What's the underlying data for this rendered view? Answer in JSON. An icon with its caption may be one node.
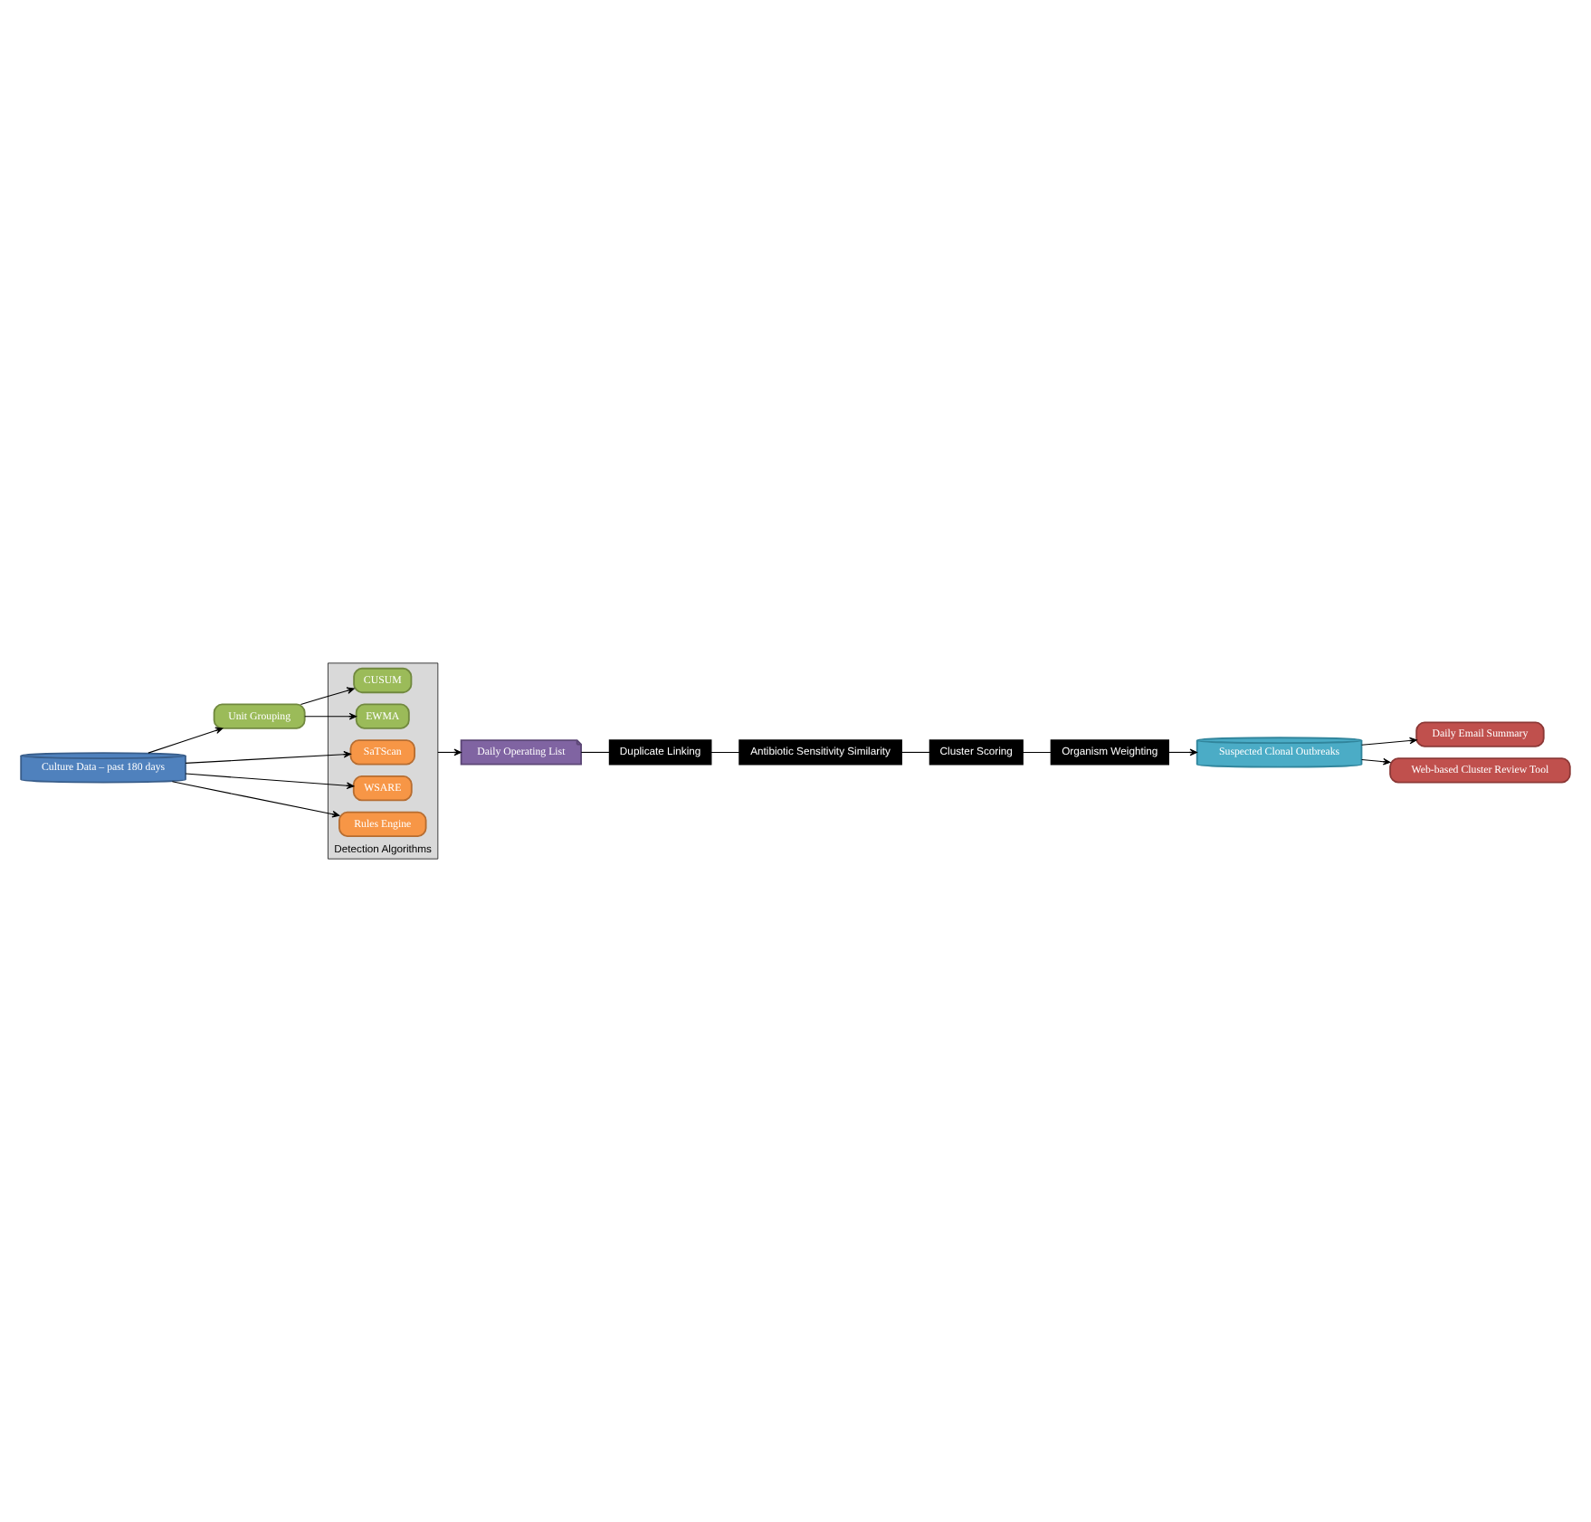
{
  "diagram": {
    "nodes": [
      {
        "text": [
          "Culture Data – past 180 days"
        ]
      },
      {
        "text": [
          "Unit Grouping"
        ]
      },
      {
        "text": [
          "Detection Algorithms"
        ]
      },
      {
        "text": [
          "CUSUM"
        ],
        "in": 2
      },
      {
        "text": [
          "EWMA"
        ],
        "in": 2
      },
      {
        "text": [
          "SaTScan"
        ],
        "in": 2
      },
      {
        "text": [
          "WSARE"
        ],
        "in": 2
      },
      {
        "text": [
          "Rules Engine"
        ],
        "in": 2
      },
      {
        "text": [
          "Daily Operating List"
        ]
      },
      {
        "text": [
          "Organism Weighting"
        ]
      },
      {
        "text": [
          "Cluster Scoring"
        ]
      },
      {
        "text": [
          "Antibiotic Sensitivity Similarity"
        ]
      },
      {
        "text": [
          "Duplicate Linking"
        ]
      },
      {
        "text": [
          "Suspected Clonal Outbreaks"
        ]
      },
      {
        "text": [
          "Daily Email Summary"
        ]
      },
      {
        "text": [
          "Web-based Cluster Review Tool"
        ]
      }
    ],
    "edges": [
      {
        "from": 0,
        "to": 1,
        "arrow": "to"
      },
      {
        "from": 1,
        "to": 3,
        "arrow": "to"
      },
      {
        "from": 1,
        "to": 4,
        "arrow": "to"
      },
      {
        "from": 0,
        "to": 5,
        "arrow": "to"
      },
      {
        "from": 0,
        "to": 6,
        "arrow": "to"
      },
      {
        "from": 0,
        "to": 7,
        "arrow": "to"
      },
      {
        "from": 2,
        "to": 8,
        "arrow": "to"
      },
      {
        "from": 8,
        "to": 12,
        "arrow": "none"
      },
      {
        "from": 12,
        "to": 11,
        "arrow": "none"
      },
      {
        "from": 11,
        "to": 10,
        "arrow": "none"
      },
      {
        "from": 10,
        "to": 9,
        "arrow": "none"
      },
      {
        "from": 9,
        "to": 13,
        "arrow": "to"
      },
      {
        "from": 13,
        "to": 14,
        "arrow": "to"
      },
      {
        "from": 13,
        "to": 15,
        "arrow": "to"
      }
    ]
  }
}
